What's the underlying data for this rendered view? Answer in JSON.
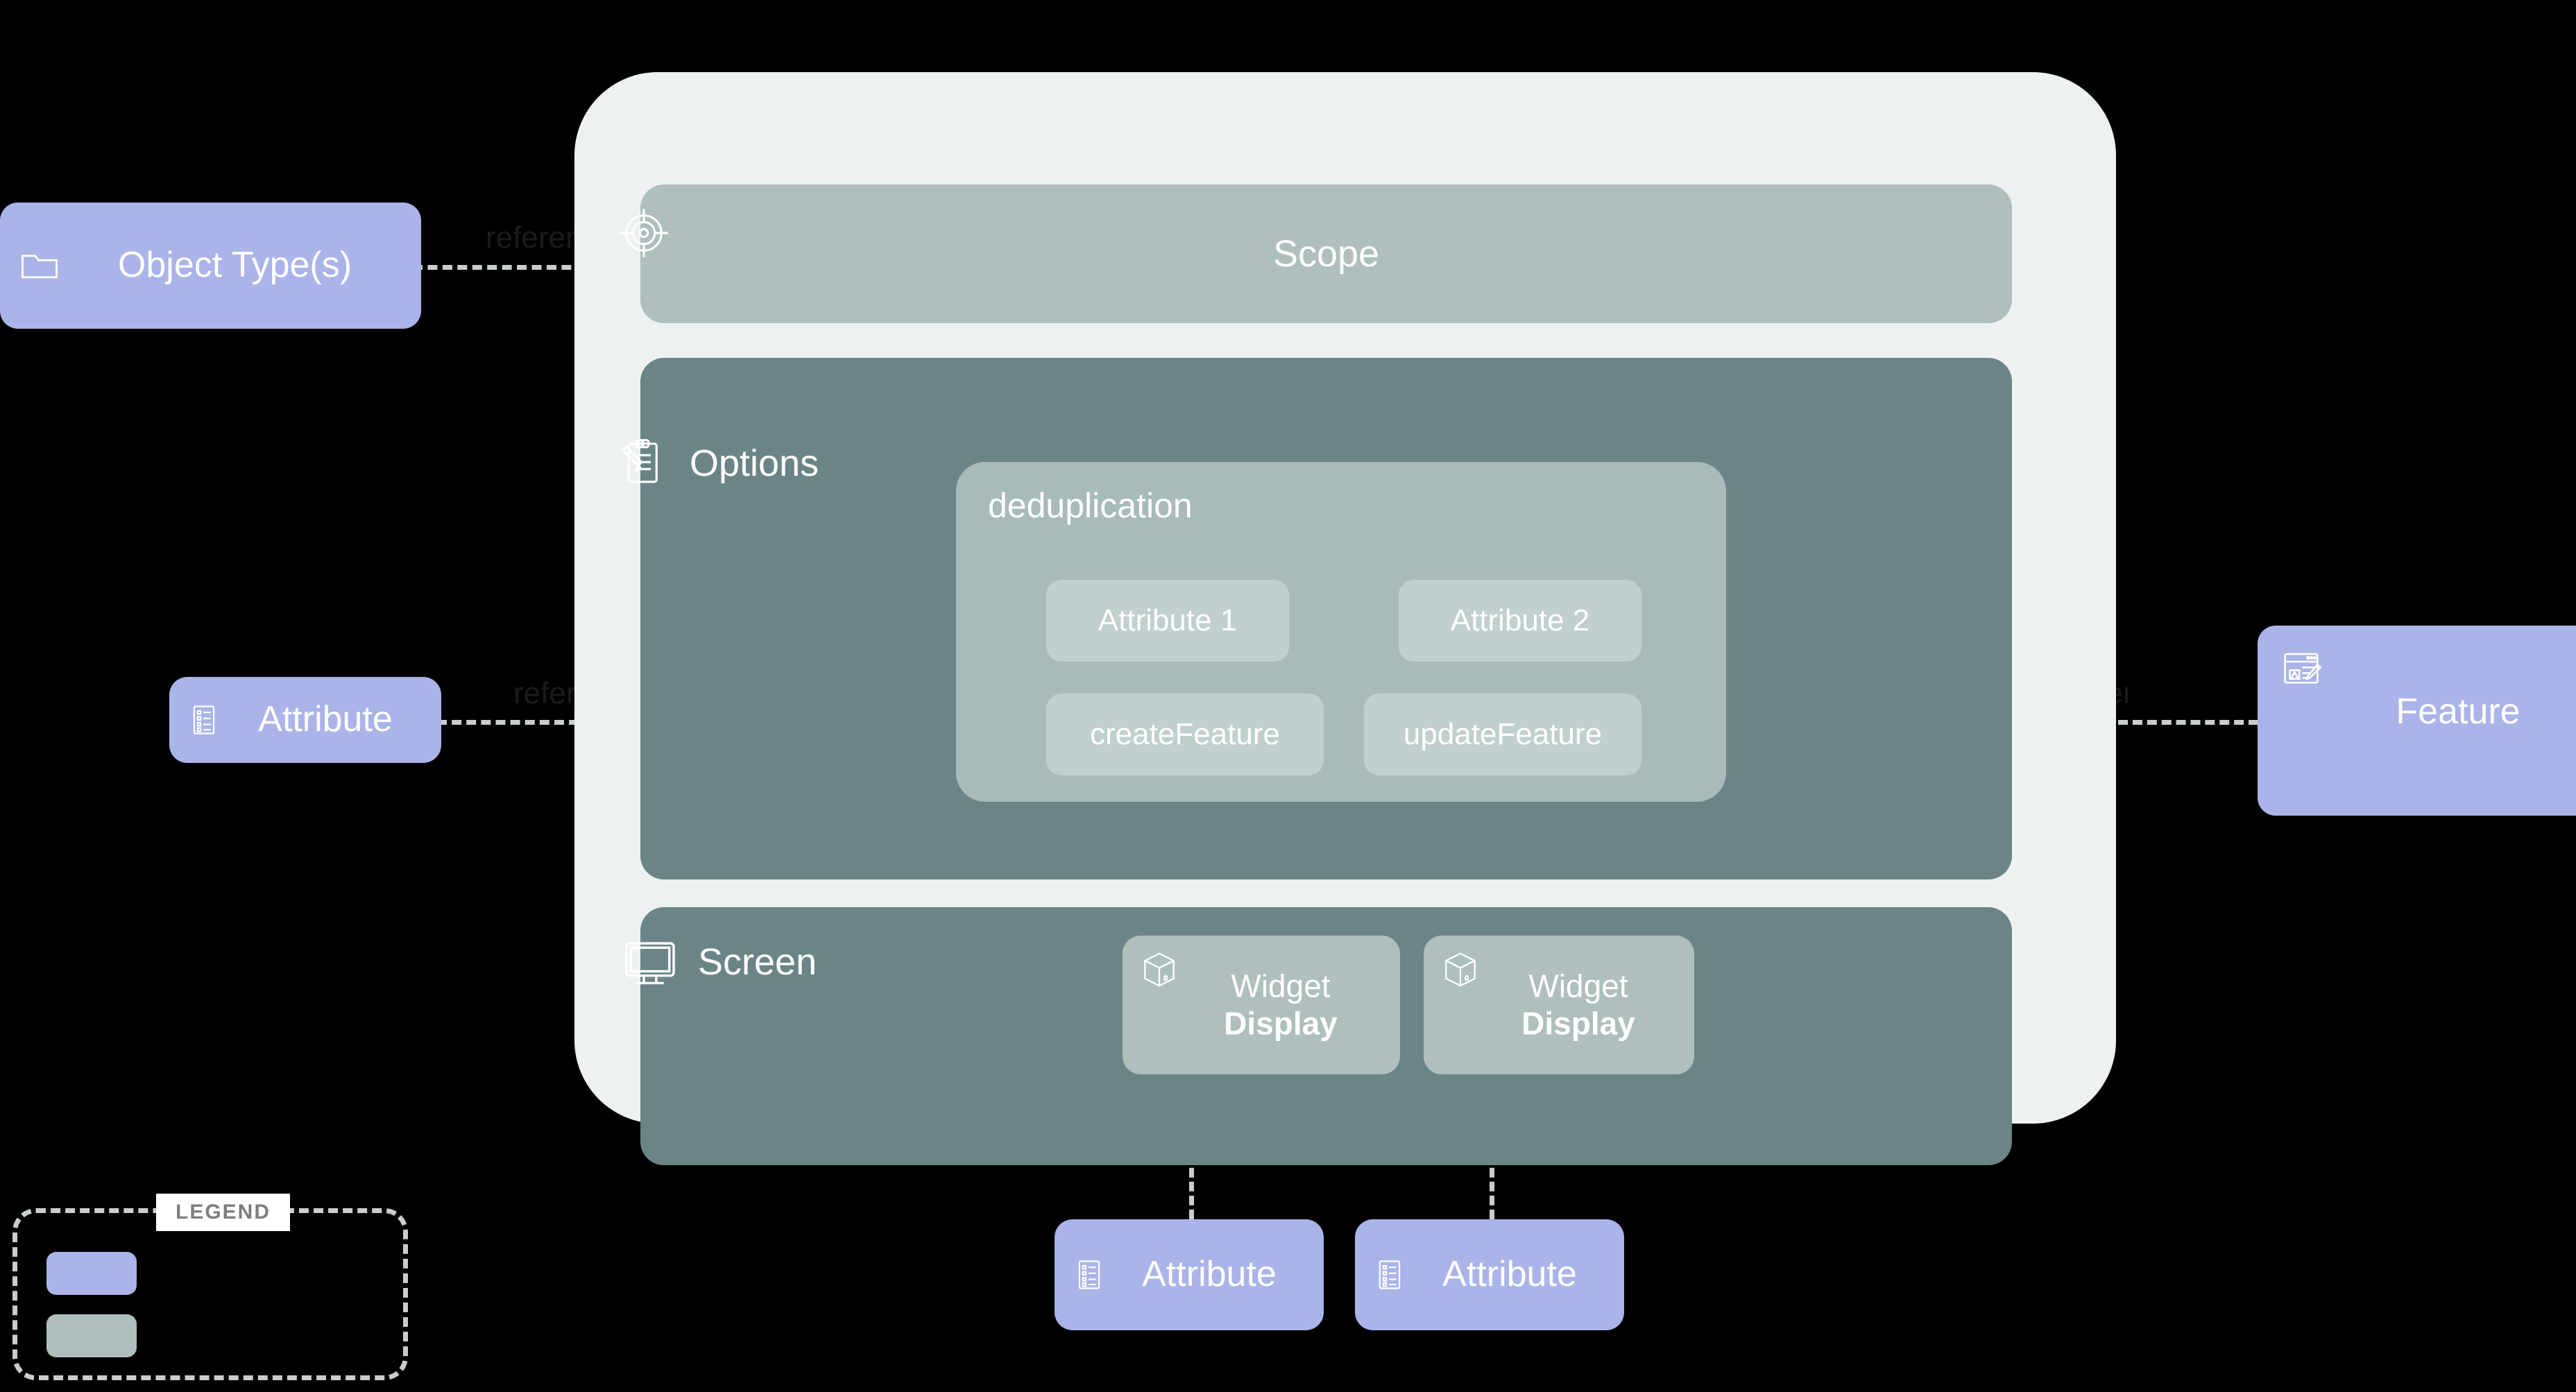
{
  "diagram": {
    "background_color": "#000000",
    "container": {
      "name": "feature-container",
      "fill": "#eef1f2"
    },
    "sections": [
      {
        "id": "scope",
        "title": "Scope",
        "icon": "target-icon",
        "fill": "#aebfbd"
      },
      {
        "id": "options",
        "title": "Options",
        "icon": "clipboard-pencil-icon",
        "fill": "#6b8587"
      },
      {
        "id": "screen",
        "title": "Screen",
        "icon": "monitor-icon",
        "fill": "#6b8587"
      }
    ],
    "deduplication": {
      "title": "deduplication",
      "fill": "#a8bbba",
      "chips": [
        {
          "label": "Attribute 1"
        },
        {
          "label": "Attribute 2"
        },
        {
          "label": "createFeature"
        },
        {
          "label": "updateFeature"
        }
      ]
    },
    "widgets": [
      {
        "name": "Widget",
        "type": "Display",
        "icon": "cube-icon"
      },
      {
        "name": "Widget",
        "type": "Display",
        "icon": "cube-icon"
      }
    ],
    "external_nodes": [
      {
        "id": "object-types",
        "label": "Object Type(s)",
        "icon": "folder-icon",
        "fill": "#aab4e8"
      },
      {
        "id": "attribute-left",
        "label": "Attribute",
        "icon": "list-icon",
        "fill": "#aab4e8"
      },
      {
        "id": "feature-right",
        "label": "Feature",
        "icon": "page-edit-icon",
        "fill": "#aab4e8"
      },
      {
        "id": "attribute-bottom-1",
        "label": "Attribute",
        "icon": "list-icon",
        "fill": "#aab4e8"
      },
      {
        "id": "attribute-bottom-2",
        "label": "Attribute",
        "icon": "list-icon",
        "fill": "#aab4e8"
      }
    ],
    "edges": [
      {
        "id": "object-types-to-scope",
        "label": "reference"
      },
      {
        "id": "attribute-to-dedup",
        "label": "reference"
      },
      {
        "id": "dedup-to-feature",
        "label": "reference"
      },
      {
        "id": "widget-1-to-attribute",
        "label": ""
      },
      {
        "id": "widget-2-to-attribute",
        "label": ""
      }
    ],
    "legend": {
      "title": "LEGEND",
      "items": [
        {
          "color": "#aab4e8",
          "label": ""
        },
        {
          "color": "#aebfbd",
          "label": ""
        }
      ]
    }
  }
}
